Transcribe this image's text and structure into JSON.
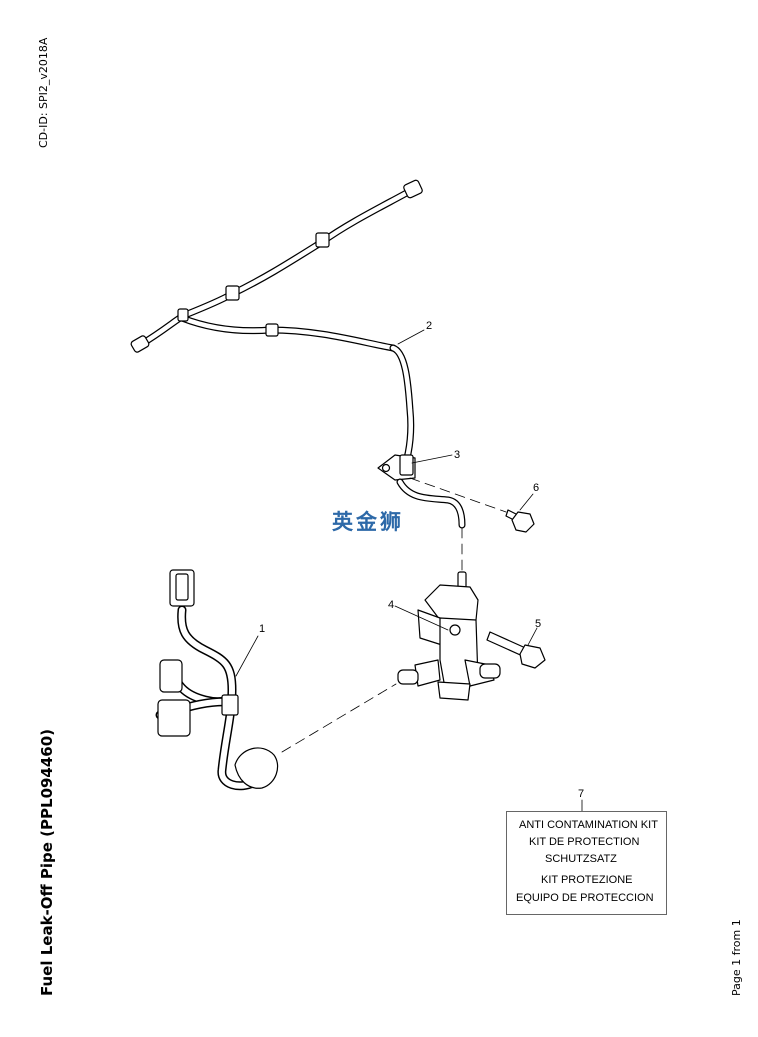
{
  "header": {
    "cd_id": "CD-ID: SPI2_v2018A"
  },
  "title": "Fuel Leak-Off Pipe (PPL094460)",
  "page": "Page 1 from 1",
  "watermark": "英金狮",
  "callouts": [
    "1",
    "2",
    "3",
    "4",
    "5",
    "6",
    "7"
  ],
  "kit": {
    "label": "7",
    "lines": [
      "ANTI CONTAMINATION KIT",
      "KIT DE PROTECTION",
      "SCHUTZSATZ",
      "KIT PROTEZIONE",
      "EQUIPO DE PROTECCION"
    ]
  }
}
